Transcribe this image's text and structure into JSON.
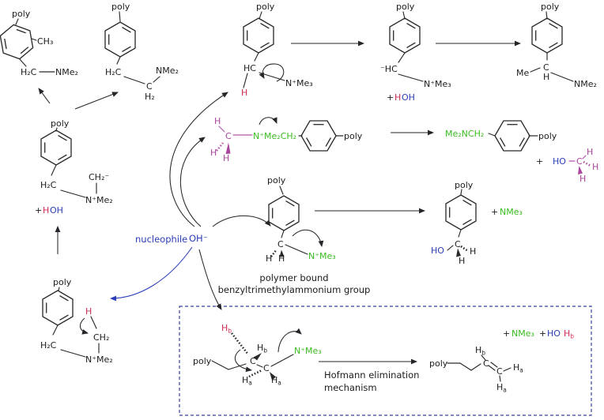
{
  "palette": {
    "black": "#1c1c1c",
    "red": "#d02a52",
    "blue": "#2b3db8",
    "green": "#3bbb21",
    "magenta": "#a8459c",
    "box_border": "#3a3f9e"
  },
  "parts": {
    "h": "H",
    "c": "C",
    "a": "a",
    "b": "b",
    "plus": "+",
    "ho": "HO",
    "oh": "OH"
  },
  "labels": {
    "poly": "poly",
    "ch3": "CH₃",
    "h2c": "H₂C",
    "nme2": "NMe₂",
    "c": "C",
    "h": "H",
    "h2": "H₂",
    "hc": "HC",
    "carbanion_hc": "⁻HC",
    "me": "Me",
    "n_plus_me3": "N⁺Me₃",
    "n_plus_me2": "N⁺Me₂",
    "n_plus_me2ch2": "N⁺Me₂CH₂",
    "ch2": "CH₂",
    "ch2_anion": "CH₂⁻",
    "me2nch2": "Me₂NCH₂",
    "oh_minus": "OH⁻",
    "nucleophile": "nucleophile",
    "nme3": "NMe₃",
    "caption_line1": "polymer bound",
    "caption_line2": "benzyltrimethylammonium group",
    "box_caption_line1": "Hofmann elimination",
    "box_caption_line2": "mechanism"
  }
}
